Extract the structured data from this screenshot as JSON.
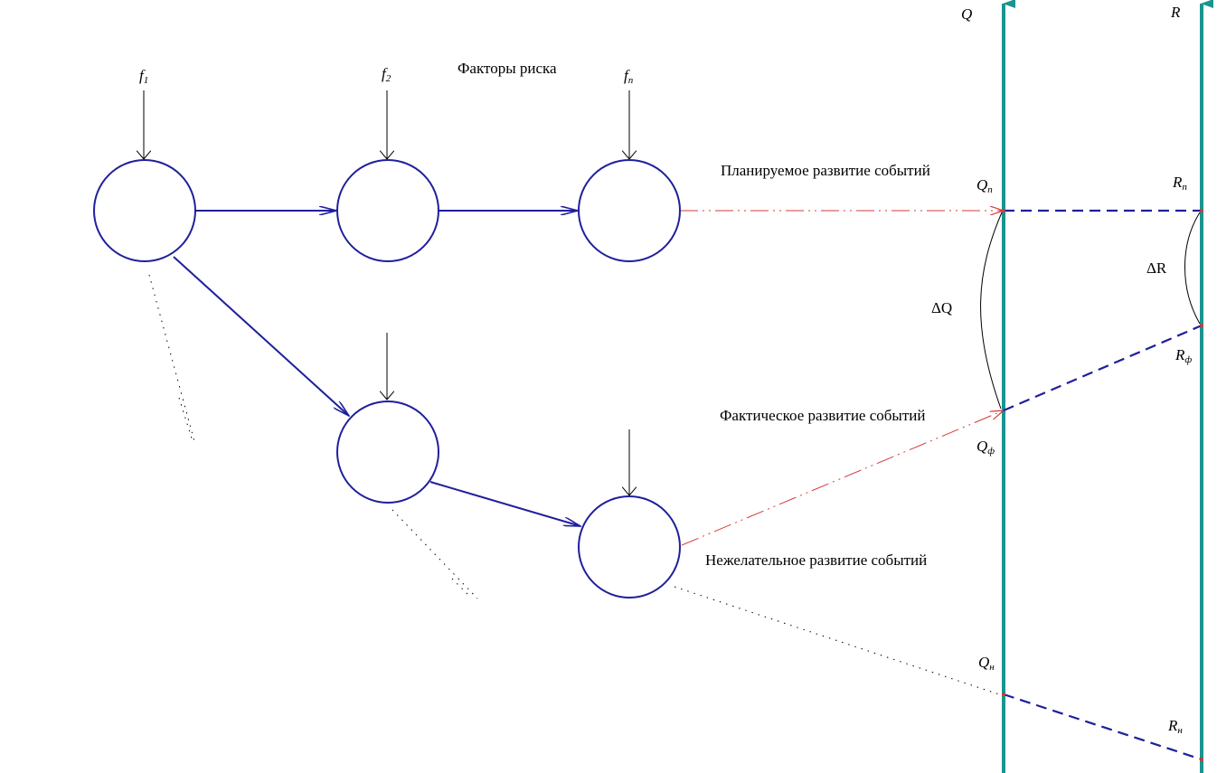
{
  "labels": {
    "risk_factors": "Факторы риска",
    "planned": "Планируемое развитие событий",
    "actual": "Фактическое развитие событий",
    "undesired": "Нежелательное развитие событий"
  },
  "factors": {
    "f1": {
      "base": "f",
      "sub": "1"
    },
    "f2": {
      "base": "f",
      "sub": "2"
    },
    "fn": {
      "base": "f",
      "sub": "n"
    }
  },
  "axes": {
    "q": "Q",
    "r": "R"
  },
  "points": {
    "qp": {
      "base": "Q",
      "sub": "п"
    },
    "qf": {
      "base": "Q",
      "sub": "ф"
    },
    "qn": {
      "base": "Q",
      "sub": "н"
    },
    "rp": {
      "base": "R",
      "sub": "п"
    },
    "rf": {
      "base": "R",
      "sub": "ф"
    },
    "rn": {
      "base": "R",
      "sub": "н"
    }
  },
  "deltas": {
    "dq": "ΔQ",
    "dr": "ΔR"
  },
  "colors": {
    "node_stroke": "#1f1f9c",
    "axis": "#1a9490",
    "scenario_line": "#d43a3a"
  }
}
